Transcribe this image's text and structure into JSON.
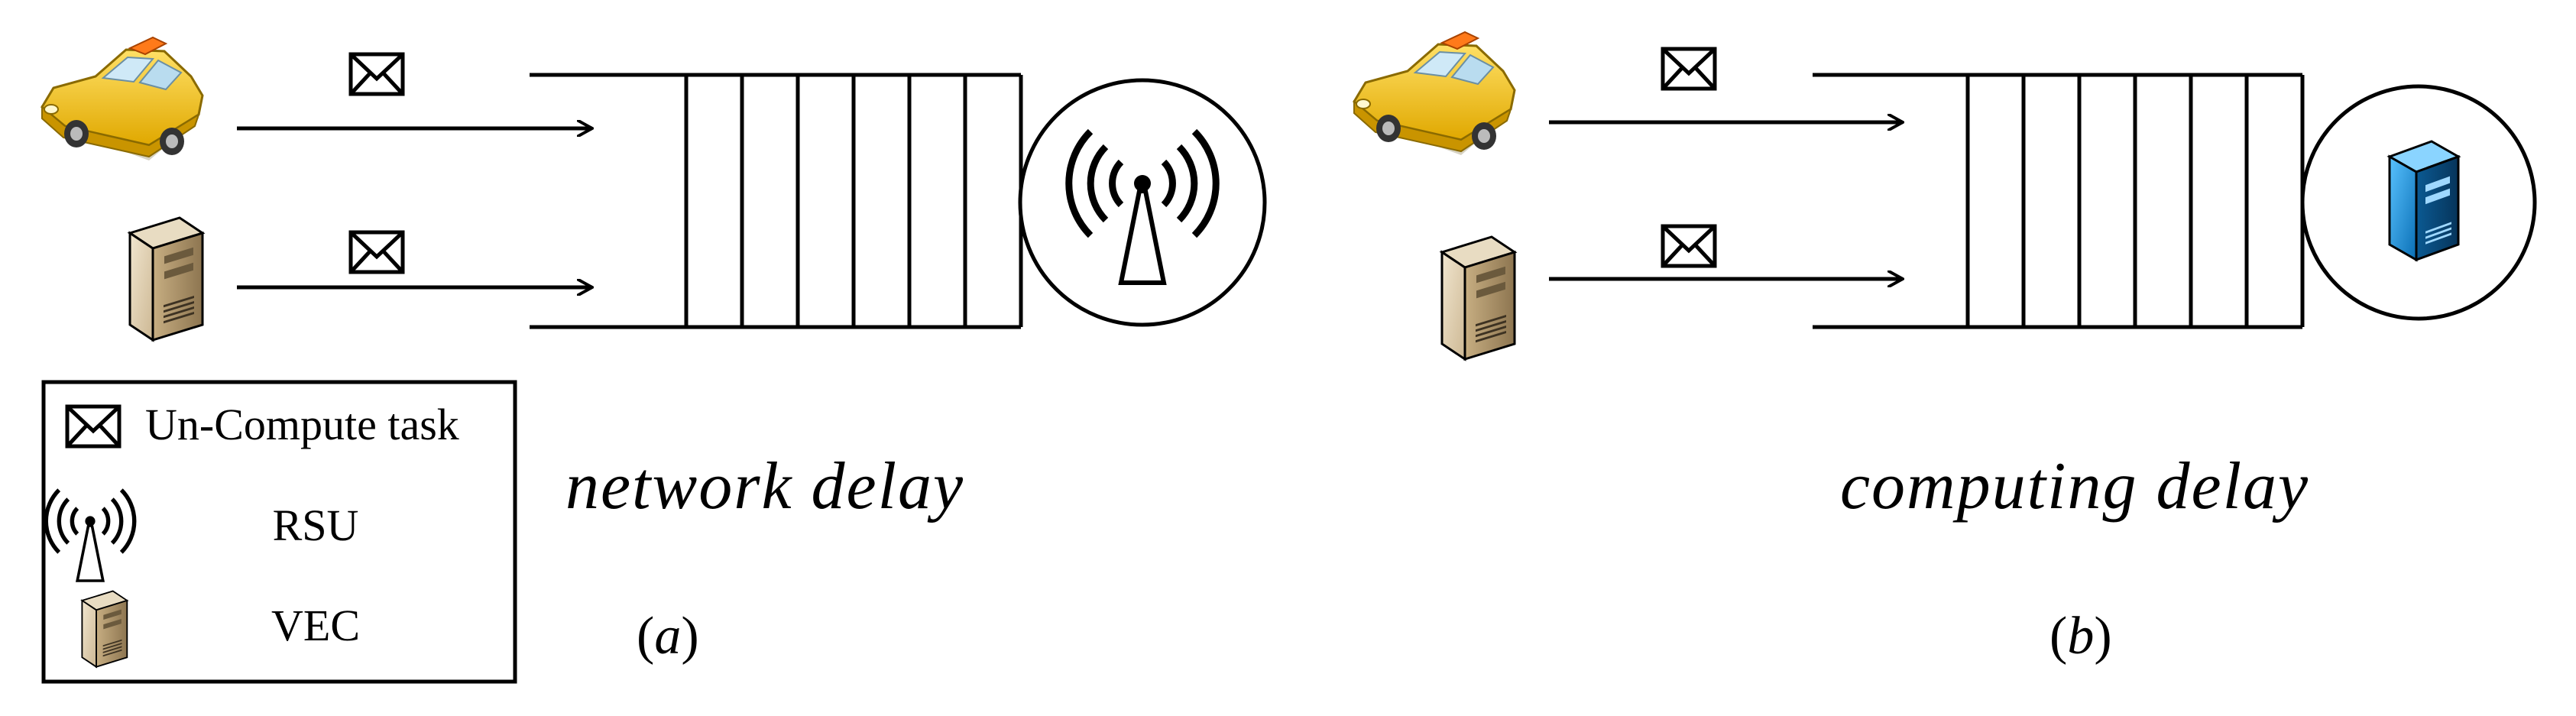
{
  "panel_a": {
    "caption": "network delay",
    "label_letter": "a",
    "queue_slots": 6
  },
  "panel_b": {
    "caption": "computing delay",
    "label_letter": "b",
    "queue_slots": 6
  },
  "legend": {
    "items": [
      {
        "icon": "envelope-icon",
        "label": "Un-Compute task"
      },
      {
        "icon": "rsu-antenna-icon",
        "label": "RSU"
      },
      {
        "icon": "vec-server-icon",
        "label": "VEC"
      }
    ]
  },
  "colors": {
    "taxi_yellow": "#f5c518",
    "vec_server_beige": "#d9c39a",
    "computing_server_blue": "#1f8fd6",
    "stroke": "#000000"
  }
}
